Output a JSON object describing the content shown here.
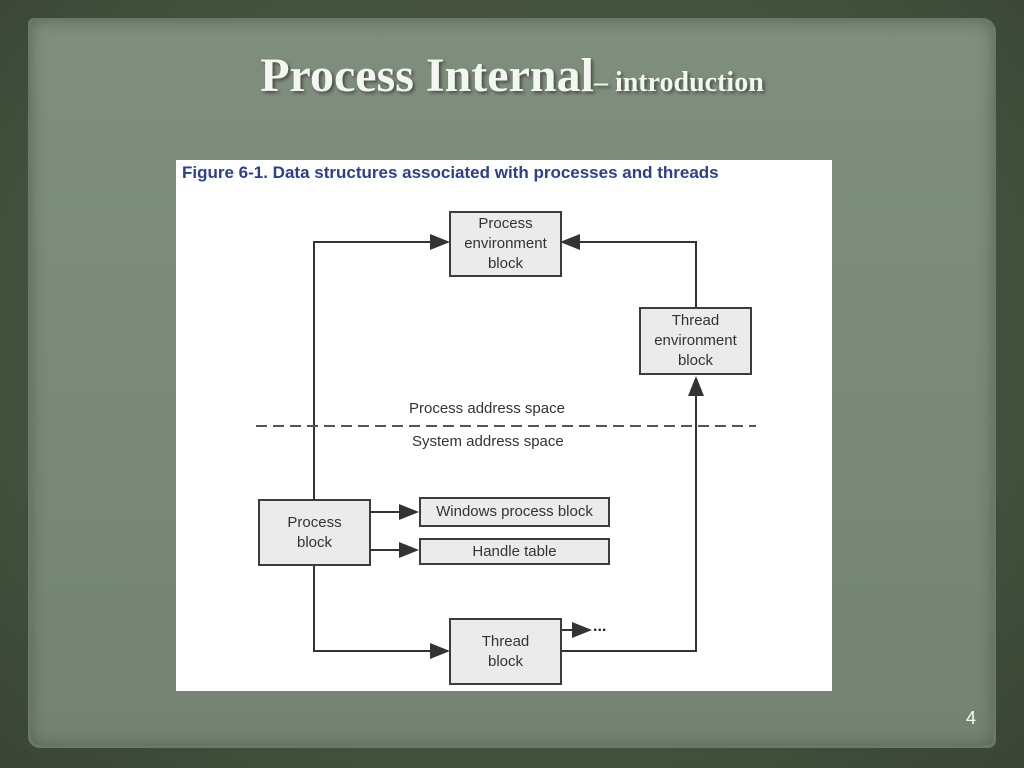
{
  "slide": {
    "title_main": "Process Internal",
    "title_sub": "– introduction",
    "page_number": "4"
  },
  "figure": {
    "caption": "Figure 6-1. Data structures associated with processes and threads",
    "nodes": {
      "process_environment_block": "Process\nenvironment\nblock",
      "thread_environment_block": "Thread\nenvironment\nblock",
      "process_block": "Process\nblock",
      "windows_process_block": "Windows process block",
      "handle_table": "Handle table",
      "thread_block": "Thread\nblock"
    },
    "regions": {
      "user_space": "Process address space",
      "system_space": "System address space"
    },
    "ellipsis": "..."
  },
  "colors": {
    "caption": "#2b3f8e",
    "node_fill": "#ebebeb",
    "line": "#333333",
    "panel": "#7f8e7d"
  }
}
